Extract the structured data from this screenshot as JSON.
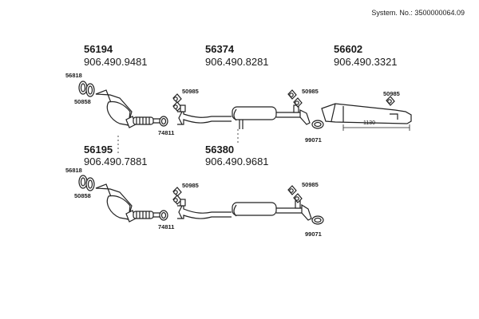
{
  "system_number": "System. No.: 3500000064.09",
  "assemblies": [
    {
      "part_no": "56194",
      "oem_no": "906.490.9481"
    },
    {
      "part_no": "56374",
      "oem_no": "906.490.8281"
    },
    {
      "part_no": "56602",
      "oem_no": "906.490.3321"
    },
    {
      "part_no": "56195",
      "oem_no": "906.490.7881"
    },
    {
      "part_no": "56380",
      "oem_no": "906.490.9681"
    }
  ],
  "callouts": {
    "gasket_a": "56818",
    "gasket_b": "50858",
    "clamp": "74811",
    "hanger": "50985",
    "ring": "99071"
  },
  "dimension": "1130"
}
